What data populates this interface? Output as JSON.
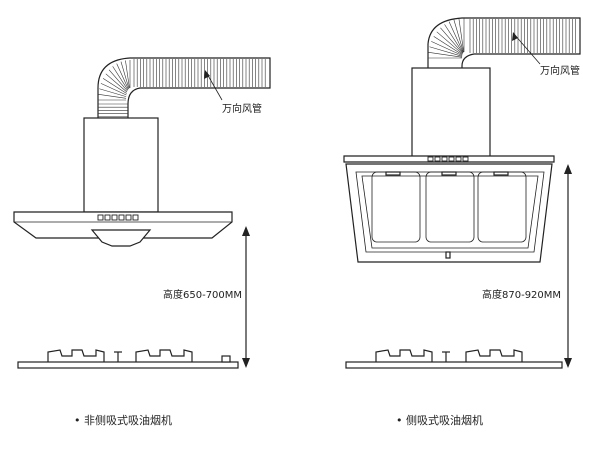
{
  "left_hood": {
    "duct_label": "万向风管",
    "height_label": "高度650-700MM",
    "caption": "• 非侧吸式吸油烟机"
  },
  "right_hood": {
    "duct_label": "万向风管",
    "height_label": "高度870-920MM",
    "caption": "• 侧吸式吸油烟机"
  }
}
